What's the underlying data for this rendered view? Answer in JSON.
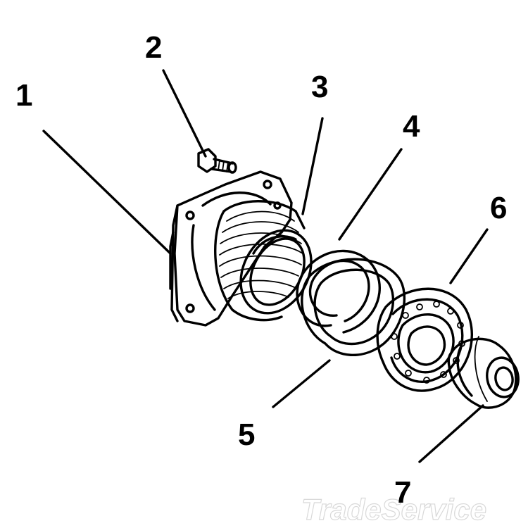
{
  "diagram": {
    "callouts": [
      {
        "id": "1",
        "label": "1"
      },
      {
        "id": "2",
        "label": "2"
      },
      {
        "id": "3",
        "label": "3"
      },
      {
        "id": "4",
        "label": "4"
      },
      {
        "id": "5",
        "label": "5"
      },
      {
        "id": "6",
        "label": "6"
      },
      {
        "id": "7",
        "label": "7"
      }
    ],
    "watermark": "TradeService"
  }
}
